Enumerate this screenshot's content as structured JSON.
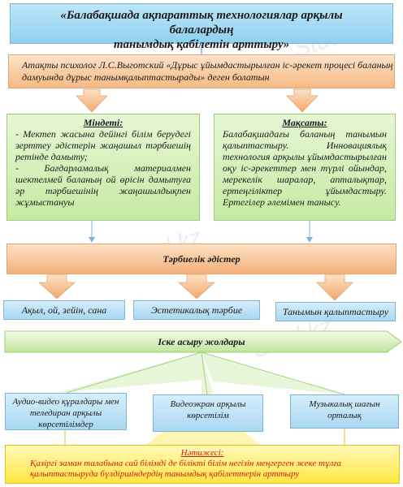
{
  "title": {
    "line1": "«Балабақшада ақпараттық технологиялар арқылы балалардың",
    "line2": "танымдық қабілетін арттыру»"
  },
  "intro": {
    "line1": "Атақты психолог Л.С.Выготский «Дұрыс ұйымдастырылған іс-әрекет процесі баланың",
    "line2": "дамуында дұрыс танымқалыптастырады» деген болатын"
  },
  "mindeti": {
    "heading": "Міндеті:",
    "text1": "- Мектеп жасына дейінгі білім берудегі зерттеу әдістерін жаңашыл тәрбиешің ретінде дамыту;",
    "text2": "- Бағдарламалық материалмен шектелмей баланың ой өрісін дамытуға әр тәрбиешінің жаңашылдықпен жұмыстануы"
  },
  "maksaty": {
    "heading": "Мақсаты:",
    "text": "Балабақшадағы баланың танымын қалыптастыру. Инновациялық технология арқылы ұйымдастырылған оқу іс-әрекеттер мен түрлі ойындар, мерекелік шаралар, апталықтар, ертеңгіліктер ұйымдастыру. Ертегілер әлемімен таныcу."
  },
  "tarbielik": "Тәрбиелік әдістер",
  "methods": [
    "Ақыл, ой, зейін, сана",
    "Эстетикалық тәрбие",
    "Танымын қалыптастыру"
  ],
  "iske_asyru": "Іске асыру жолдары",
  "ways": [
    {
      "line1": "Аудио-видео құралдары мен",
      "line2": "теледиран арқылы",
      "line3": "көрсетілімдер"
    },
    {
      "line1": "Видеоэкран арқылы",
      "line2": "көрсетілім"
    },
    {
      "line1": "Музыкалық шағын",
      "line2": "орталық"
    }
  ],
  "result": {
    "heading": "Нәтижесі:",
    "line1": "Қазіргі заман талабына сай білімді де білікті білім негізін меңгерген жеке тұлға",
    "line2": "қалыптастыруда бүлдіршіндердің танымдық қабілеттерін арттыру"
  },
  "watermark": "Stud.kz",
  "colors": {
    "title_fill": "#8fd0f0",
    "orange_fill": "#f6b985",
    "green_fill": "#c6eaa3",
    "blue_box": "#a9d8f2",
    "result_fill": "#ffe640",
    "result_text": "#d01818"
  }
}
